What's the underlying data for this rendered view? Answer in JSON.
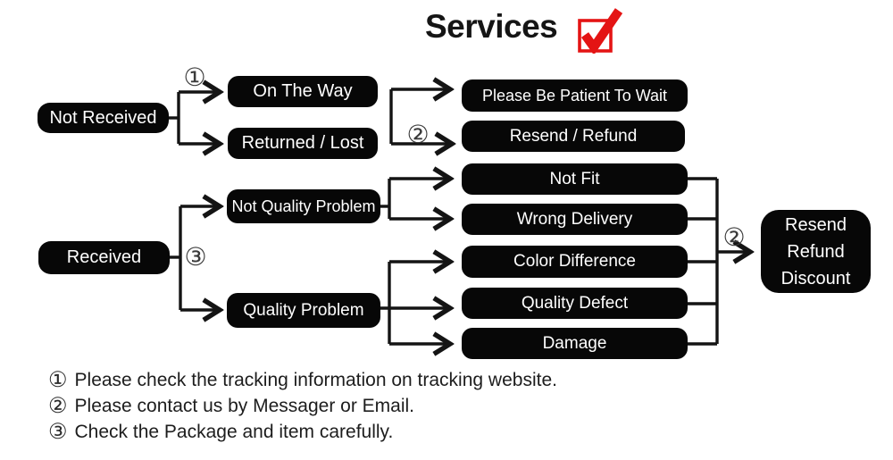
{
  "title": "Services",
  "flow": {
    "not_received": "Not Received",
    "on_the_way": "On The Way",
    "returned_lost": "Returned / Lost",
    "please_wait": "Please Be Patient To Wait",
    "resend_refund": "Resend / Refund",
    "received": "Received",
    "not_quality_problem": "Not Quality Problem",
    "quality_problem": "Quality Problem",
    "not_fit": "Not Fit",
    "wrong_delivery": "Wrong Delivery",
    "color_difference": "Color Difference",
    "quality_defect": "Quality Defect",
    "damage": "Damage",
    "final": [
      "Resend",
      "Refund",
      "Discount"
    ]
  },
  "markers": {
    "m1": "①",
    "m2": "②",
    "m3": "③"
  },
  "notes": [
    {
      "marker": "①",
      "text": "Please check the tracking information on tracking website."
    },
    {
      "marker": "②",
      "text": "Please contact us by Messager or Email."
    },
    {
      "marker": "③",
      "text": "Check the Package and item carefully."
    }
  ],
  "colors": {
    "node_bg": "#070707",
    "node_text": "#ffffff",
    "line": "#141414",
    "accent_red": "#e41414"
  }
}
